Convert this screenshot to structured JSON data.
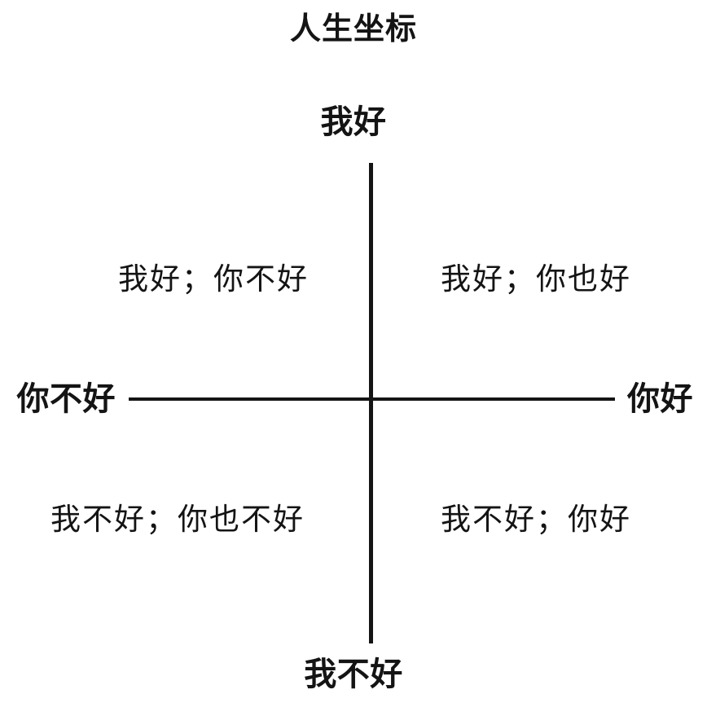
{
  "chart_data": {
    "type": "scatter",
    "title": "人生坐标",
    "subtitle": "",
    "xlabel": "",
    "ylabel": "",
    "grid": false,
    "legend": "none",
    "axes": {
      "vertical": {
        "positive_end_label": "我好",
        "negative_end_label": "我不好"
      },
      "horizontal": {
        "positive_end_label": "你好",
        "negative_end_label": "你不好"
      }
    },
    "quadrants": [
      {
        "id": "q1",
        "position": "top-right",
        "label": "我好；你也好"
      },
      {
        "id": "q2",
        "position": "top-left",
        "label": "我好；你不好"
      },
      {
        "id": "q3",
        "position": "bottom-left",
        "label": "我不好；你也不好"
      },
      {
        "id": "q4",
        "position": "bottom-right",
        "label": "我不好；你好"
      }
    ],
    "colors": {
      "background": "#ffffff",
      "axis": "#141414",
      "text": "#141414"
    }
  }
}
